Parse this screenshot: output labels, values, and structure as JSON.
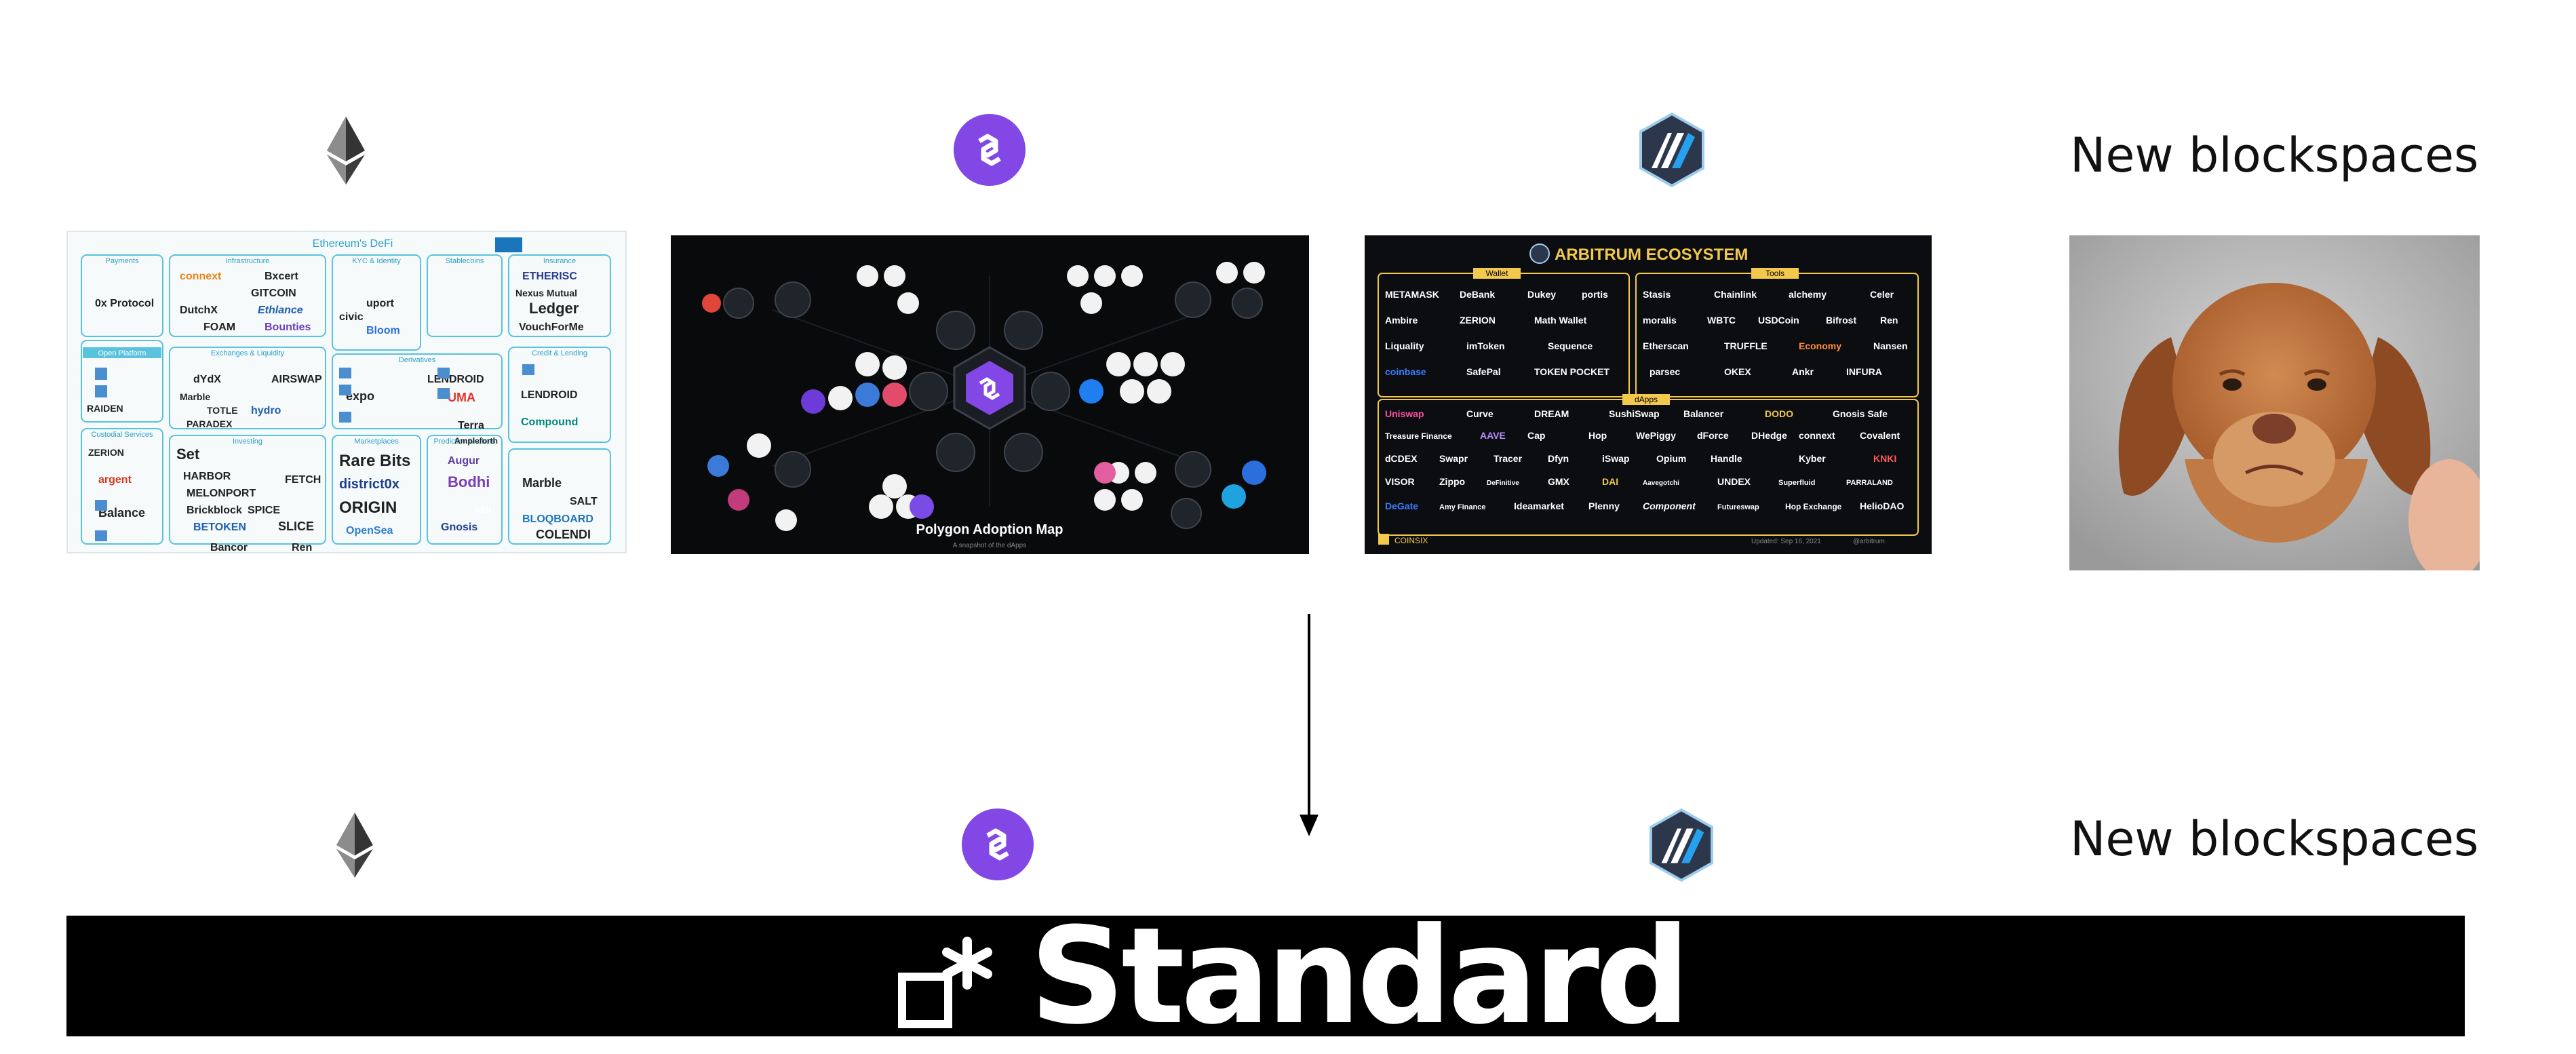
{
  "top_row": {
    "label": "New blockspaces",
    "ethereum_defi": {
      "title": "Ethereum's DeFi",
      "categories": [
        "Payments",
        "Infrastructure",
        "KYC & Identity",
        "Stablecoins",
        "Insurance",
        "Exchanges & Liquidity",
        "Derivatives",
        "Credit & Lending",
        "Investing",
        "Marketplaces",
        "Prediction Markets",
        "Custodial Services",
        "Open Platform"
      ],
      "logos": [
        "connext",
        "Bxcert",
        "GITCOIN",
        "DutchX",
        "Ethlance",
        "FOAM",
        "Bounties",
        "uport",
        "civic",
        "Bloom",
        "ETHERISC",
        "Nexus Mutual",
        "Ledger",
        "VouchForMe",
        "UMA",
        "LENDROID",
        "dYdX",
        "Terra",
        "Ampleforth",
        "LENDROID",
        "Compound",
        "Set",
        "HARBOR",
        "MELONPORT",
        "Brickblock",
        "SPICE",
        "BETOKEN",
        "SLICE",
        "Rare Bits",
        "district0x",
        "ORIGIN",
        "OpenSea",
        "Augur",
        "Bodhi",
        "Gnosis",
        "Veil",
        "Marble",
        "SALT",
        "BLOQBOARD",
        "COLENDI",
        "argent",
        "Balance",
        "ZERION",
        "RAIDEN",
        "0x Protocol",
        "FETCH",
        "Bancor",
        "Ren",
        "AIRSWAP",
        "Marble",
        "TOTLE",
        "hydro",
        "PARADEX",
        "expo"
      ]
    },
    "polygon_map": {
      "title": "Polygon Adoption Map",
      "subtitle": "A snapshot of the dApps"
    },
    "arbitrum": {
      "title": "ARBITRUM ECOSYSTEM",
      "sections": [
        "Wallet",
        "Tools",
        "dApps"
      ],
      "rows": [
        [
          "METAMASK",
          "DeBank",
          "Dukey",
          "portis",
          "Stasis",
          "Chainlink",
          "alchemy",
          "Celer"
        ],
        [
          "Ambire",
          "ZERION",
          "Math Wallet",
          "moralis",
          "WBTC",
          "USDCoin",
          "Bifrost",
          "Ren"
        ],
        [
          "Liquality",
          "imToken",
          "Sequence",
          "Etherscan",
          "TRUFFLE",
          "Economy",
          "Nansen"
        ],
        [
          "coinbase",
          "SafePal",
          "TOKEN POCKET",
          "parsec",
          "OKEX",
          "Ankr",
          "INFURA"
        ],
        [
          "Uniswap",
          "Curve",
          "DREAM",
          "SushiSwap",
          "Balancer",
          "DODO",
          "Gnosis Safe"
        ],
        [
          "Treasure Finance",
          "AAVE",
          "Cap",
          "Hop",
          "WePiggy",
          "dForce",
          "DHedge",
          "connext",
          "Covalent"
        ],
        [
          "dCDEX",
          "Swapr",
          "Tracer",
          "Dfyn",
          "iSwap",
          "Opium",
          "Handle",
          "Kyber",
          "KNKI"
        ],
        [
          "VISOR",
          "Zippo",
          "DeFinitive",
          "GMX",
          "DAI",
          "Aavegotchi",
          "UNDEX",
          "Superfluid",
          "PARRALAND"
        ],
        [
          "DeGate",
          "Amy Finance",
          "Ideamarket",
          "Plenny",
          "Component",
          "Futureswap",
          "Hop Exchange",
          "HelioDAO"
        ]
      ],
      "footer_brand": "COINSIX",
      "footer_updated": "Updated: Sep 16, 2021",
      "footer_handle": "@arbitrum"
    }
  },
  "bottom_row": {
    "label": "New blockspaces"
  },
  "standard_banner": {
    "brand": "Standard"
  },
  "colors": {
    "polygon_purple": "#8247e5",
    "arbitrum_navy": "#2d374b",
    "arbitrum_blue": "#28a0f0",
    "banner_bg": "#000000"
  },
  "icons": [
    "ethereum-icon",
    "polygon-icon",
    "arbitrum-icon",
    "standard-logo-icon",
    "down-arrow-icon"
  ]
}
